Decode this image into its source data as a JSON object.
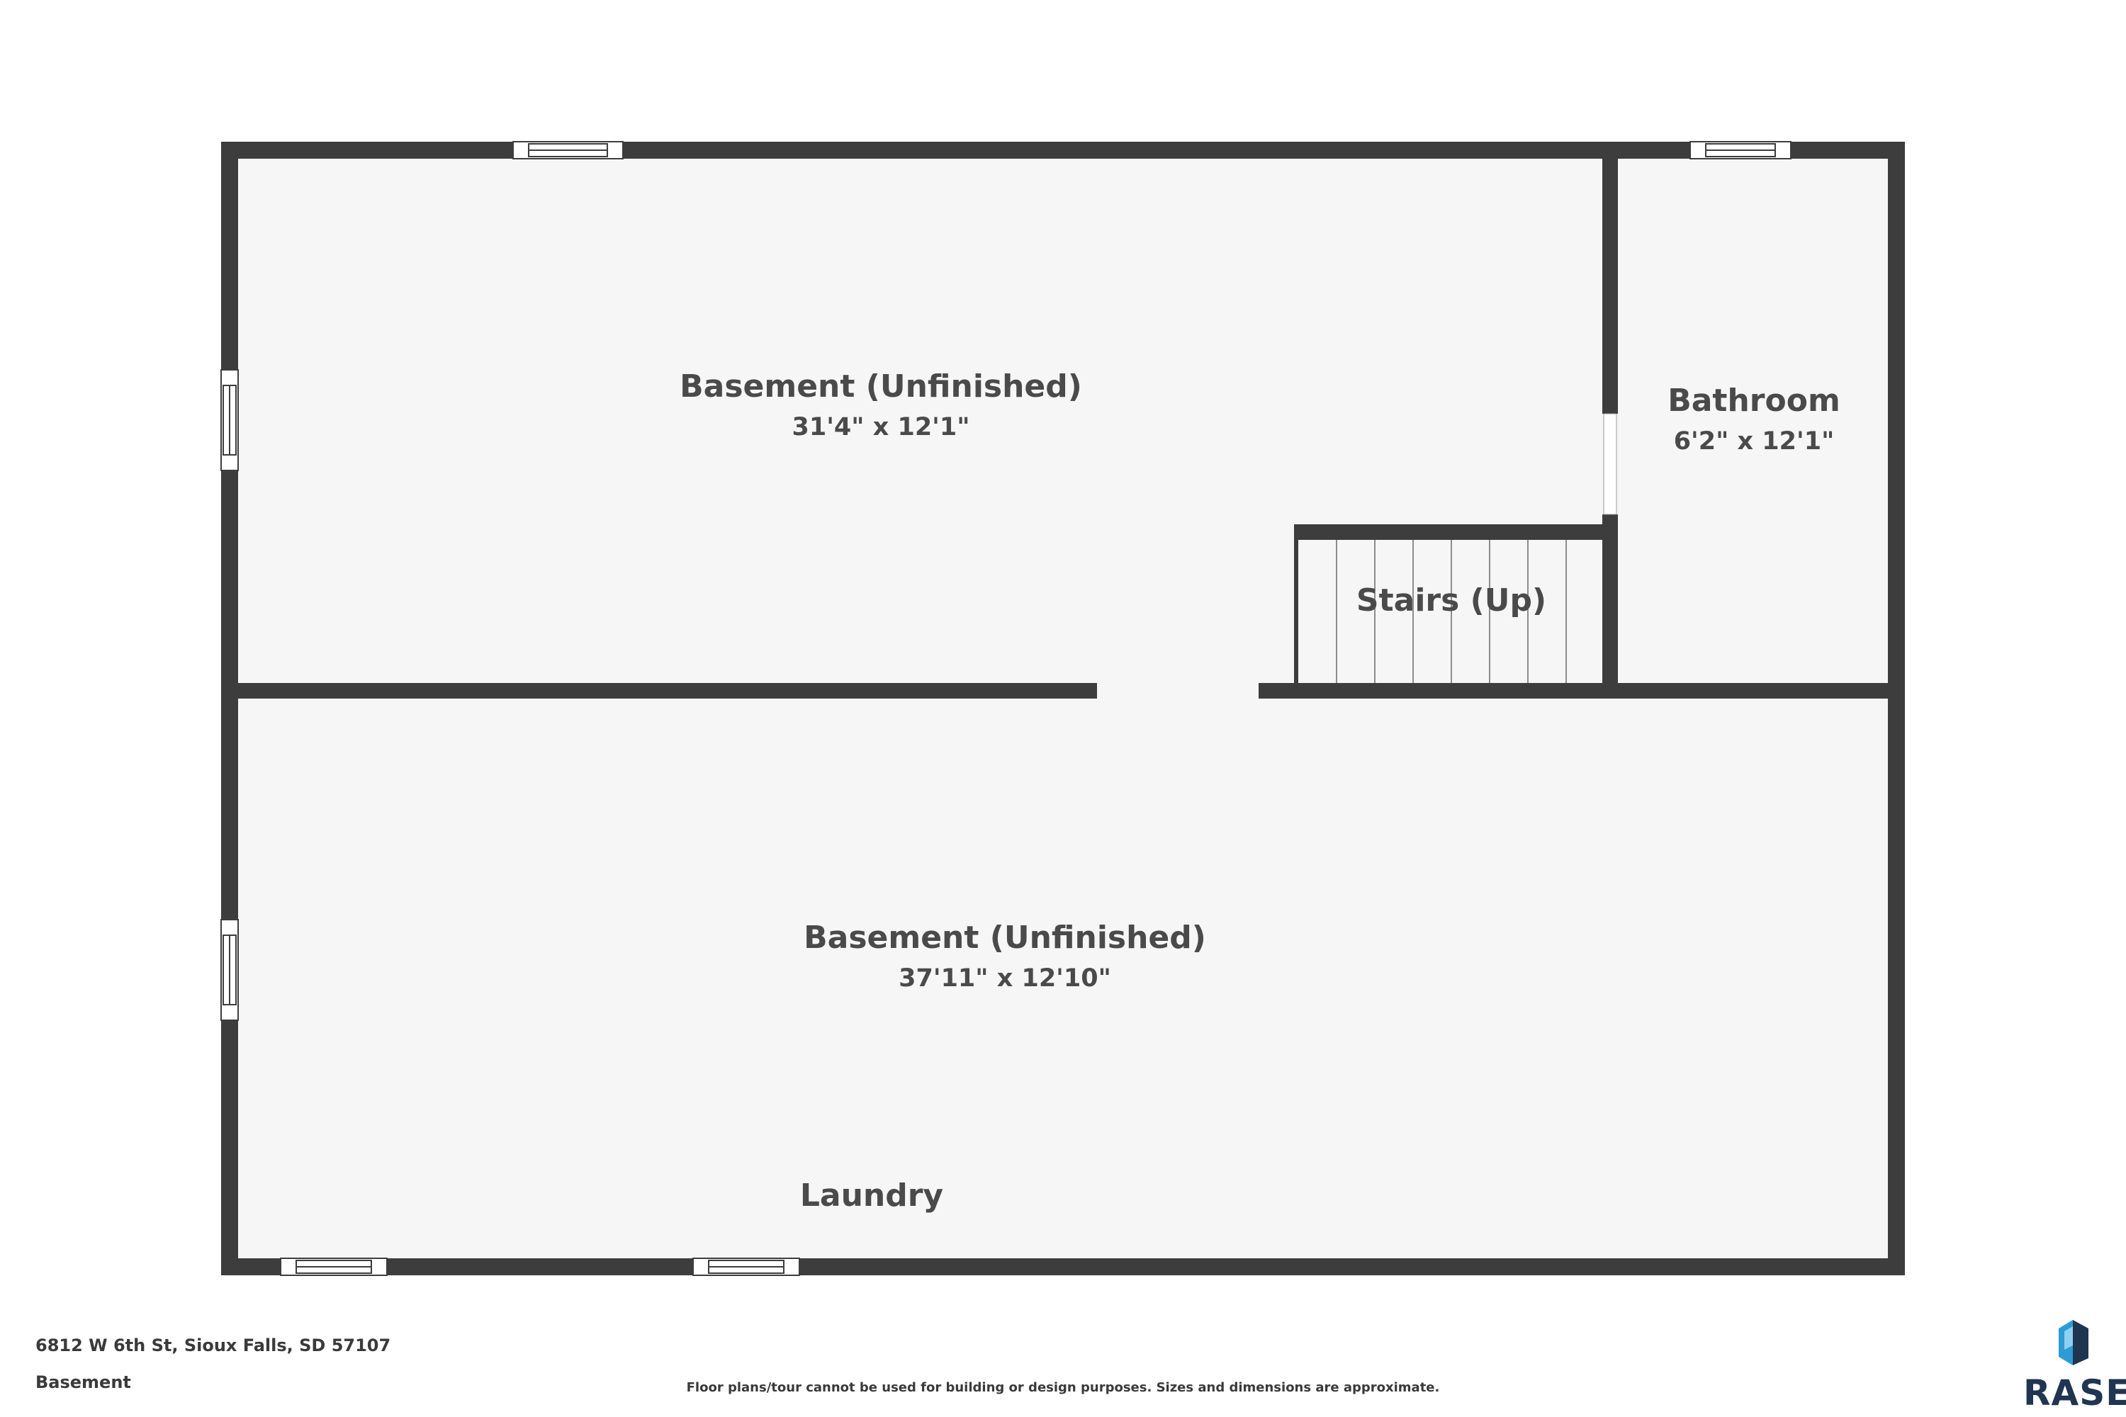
{
  "rooms": [
    {
      "name": "Basement (Unfinished)",
      "dimensions": "31'4\" x 12'1\""
    },
    {
      "name": "Bathroom",
      "dimensions": "6'2\" x 12'1\""
    },
    {
      "name": "Stairs (Up)"
    },
    {
      "name": "Basement (Unfinished)",
      "dimensions": "37'11\" x 12'10\""
    },
    {
      "name": "Laundry"
    }
  ],
  "footer": {
    "address": "6812 W 6th St, Sioux Falls, SD 57107",
    "level": "Basement",
    "disclaimer": "Floor plans/tour cannot be used for building or design purposes. Sizes and dimensions are approximate."
  },
  "logo": {
    "text": "RASE"
  },
  "colors": {
    "wall": "#3d3d3d",
    "floor": "#f6f6f6",
    "label": "#4a4a4a",
    "logo_dark": "#1f3550",
    "logo_accent": "#2d9bd6"
  }
}
